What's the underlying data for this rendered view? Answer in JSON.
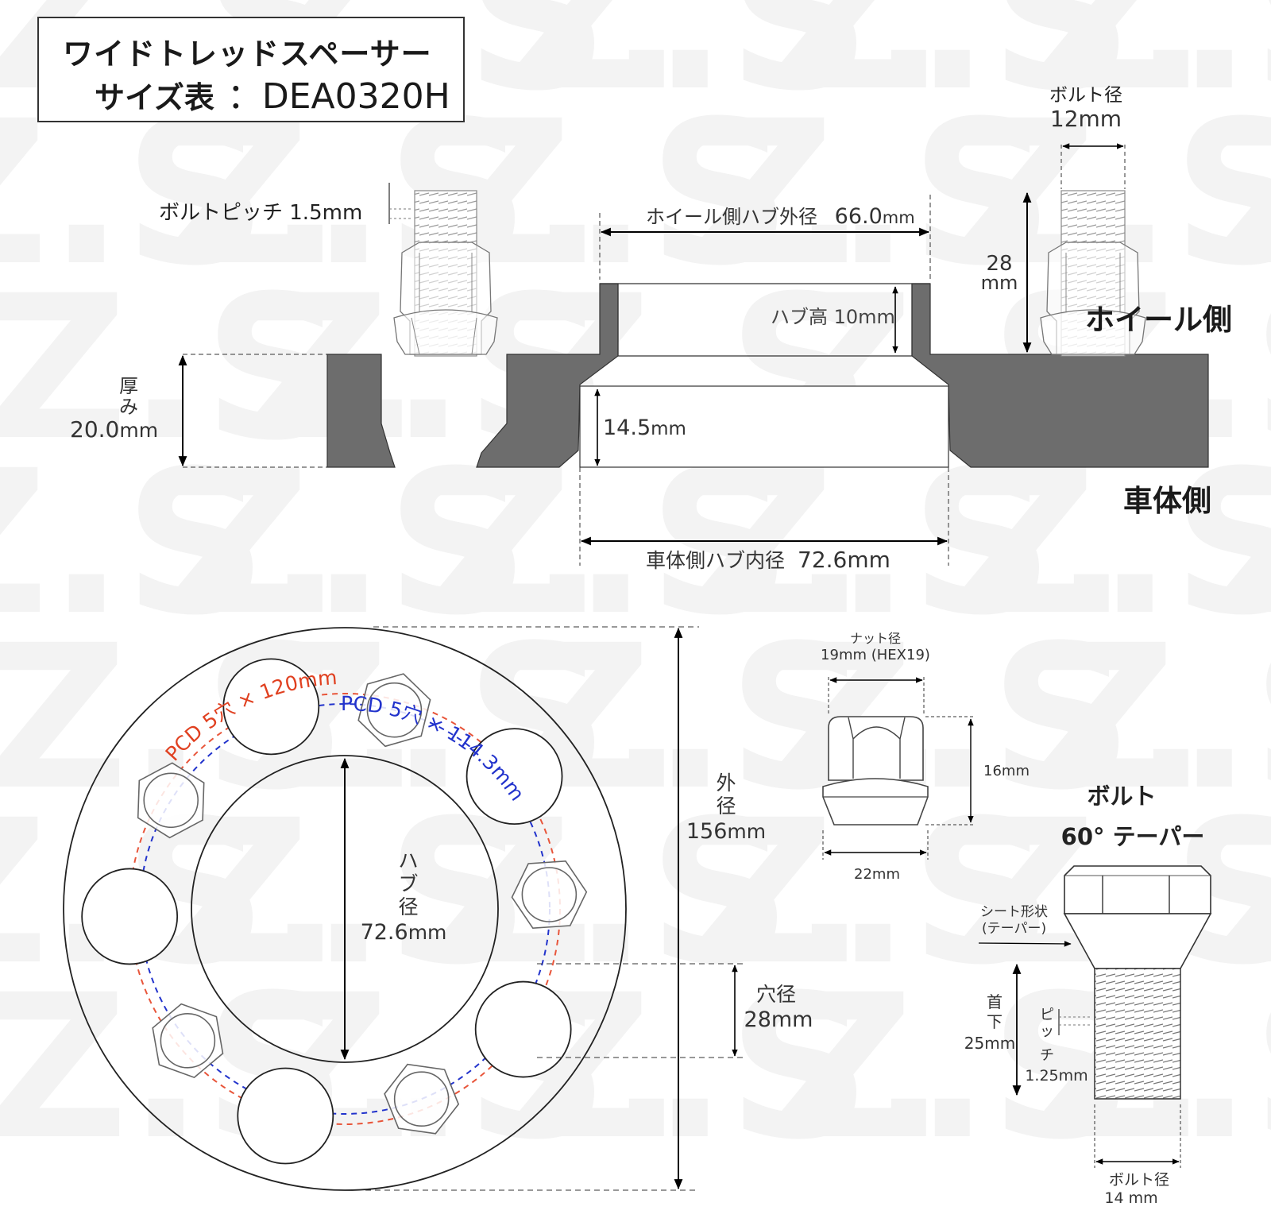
{
  "title": {
    "line1": "ワイドトレッドスペーサー",
    "line2_prefix": "サイズ表",
    "line2_code": "：DEA0320H"
  },
  "watermark": "Z.S.",
  "side_view": {
    "bolt_pitch": "ボルトピッチ 1.5mm",
    "wheel_hub_od": "ホイール側ハブ外径",
    "wheel_hub_od_value": "66.0",
    "wheel_hub_od_unit": "mm",
    "bolt_diameter_label": "ボルト径",
    "bolt_diameter_value": "12mm",
    "stud_length_num": "28",
    "stud_length_unit": "mm",
    "hub_height": "ハブ高 10mm",
    "wheel_side": "ホイール側",
    "thickness_label_1": "厚",
    "thickness_label_2": "み",
    "thickness_value": "20.0",
    "thickness_unit": "mm",
    "recess_depth_value": "14.5",
    "recess_depth_unit": "mm",
    "body_side": "車体側",
    "body_hub_id": "車体側ハブ内径",
    "body_hub_id_value": "72.6mm"
  },
  "front_view": {
    "pcd_120": "PCD 5穴 × 120mm",
    "pcd_114": "PCD 5穴 × 114.3mm",
    "outer_label_1": "外",
    "outer_label_2": "径",
    "outer_value": "156",
    "outer_unit": "mm",
    "hub_label_1": "ハ",
    "hub_label_2": "ブ",
    "hub_label_3": "径",
    "hub_value": "72.6",
    "hub_unit": "mm",
    "hole_label": "穴径",
    "hole_value": "28mm"
  },
  "nut": {
    "diameter_label": "ナット径",
    "diameter_value": "19mm (HEX19)",
    "height": "16mm",
    "width": "22mm"
  },
  "bolt": {
    "title": "ボルト",
    "taper": "60° テーパー",
    "seat_shape_1": "シート形状",
    "seat_shape_2": "(テーパー)",
    "neck_1": "首",
    "neck_2": "下",
    "neck_value": "25mm",
    "pitch_1": "ピ",
    "pitch_2": "ッ",
    "pitch_3": "チ",
    "pitch_value": "1.25mm",
    "diameter_label": "ボルト径",
    "diameter_value": "14 mm"
  }
}
